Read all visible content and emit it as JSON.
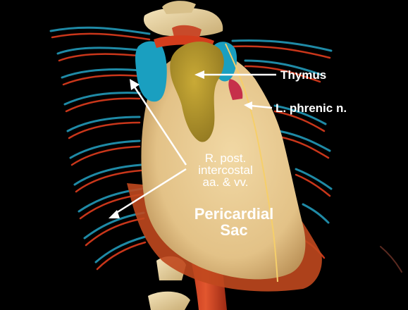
{
  "labels": {
    "thymus": "Thymus",
    "phrenic": "L. phrenic n.",
    "intercostal_line1": "R. post.",
    "intercostal_line2": "intercostal",
    "intercostal_line3": "aa. & vv.",
    "pericardial_line1": "Pericardial",
    "pericardial_line2": "Sac"
  },
  "colors": {
    "background": "#000000",
    "pericardium": "#e8c98e",
    "thymus": "#b89a2a",
    "artery": "#d8401c",
    "vein": "#1f8aa6",
    "vein_fill": "#1a9fc0",
    "bone": "#e6d3a4",
    "label": "#ffffff"
  }
}
